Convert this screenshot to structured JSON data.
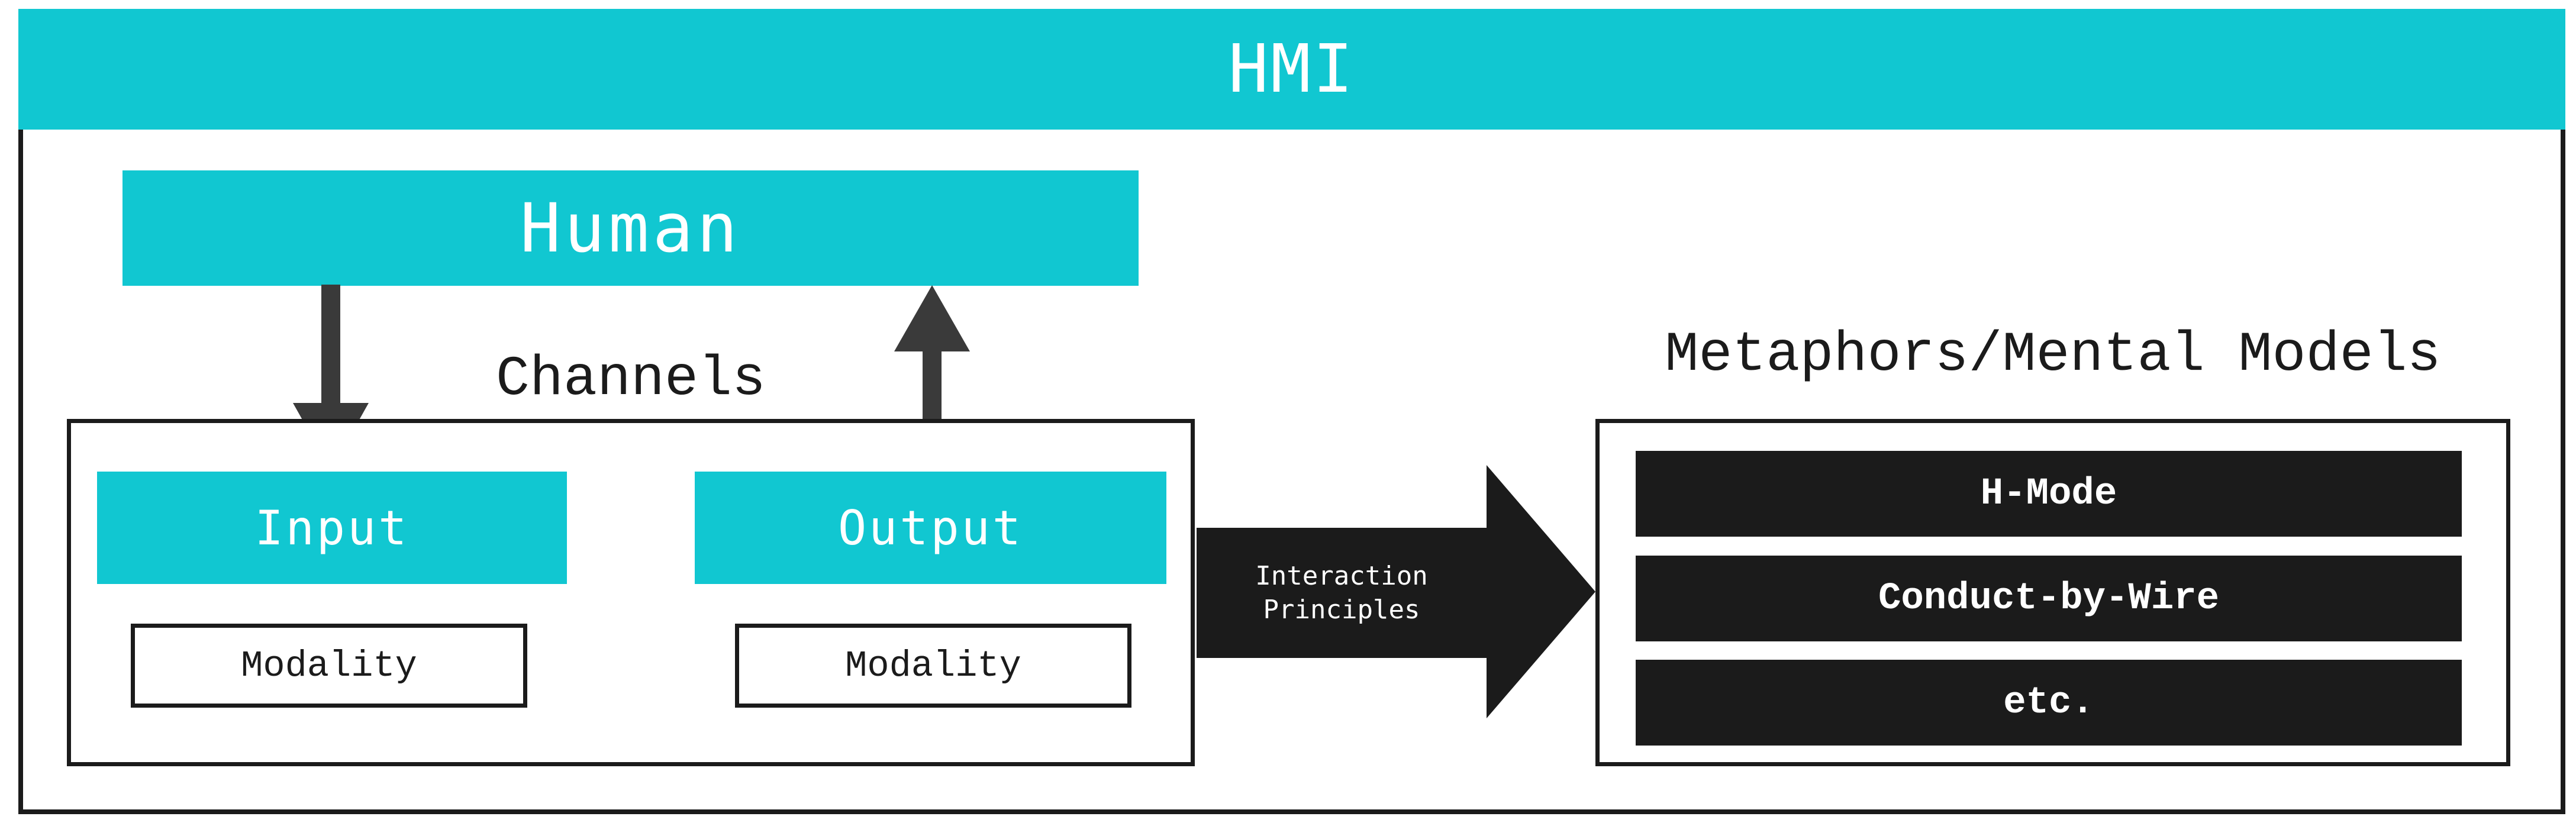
{
  "title": "HMI",
  "colors": {
    "accent": "#11C7D1",
    "dark": "#1B1B1B",
    "arrow_gray": "#3A3A3A",
    "text_light": "#FFFFFF",
    "background": "#FFFFFF"
  },
  "human": {
    "label": "Human"
  },
  "channels": {
    "heading": "Channels",
    "input": {
      "label": "Input",
      "modality": "Modality"
    },
    "output": {
      "label": "Output",
      "modality": "Modality"
    }
  },
  "interaction": {
    "line1": "Interaction",
    "line2": "Principles"
  },
  "metaphors": {
    "heading": "Metaphors/Mental Models",
    "items": [
      {
        "label": "H-Mode"
      },
      {
        "label": "Conduct-by-Wire"
      },
      {
        "label": "etc."
      }
    ]
  }
}
